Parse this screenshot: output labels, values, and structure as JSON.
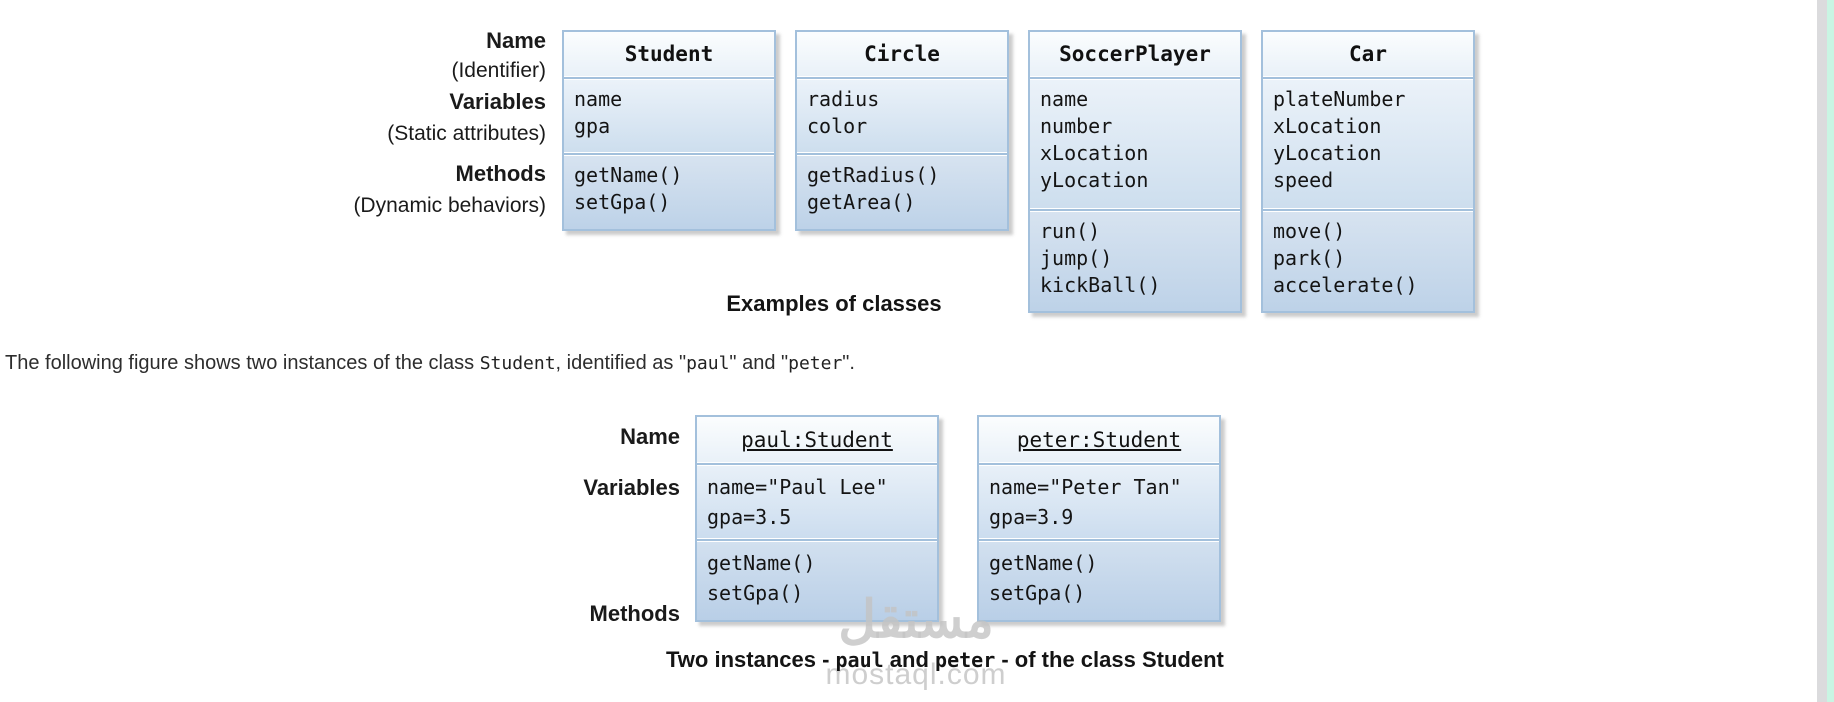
{
  "top_diagram": {
    "row_labels": [
      {
        "text": "Name",
        "bold": true
      },
      {
        "text": "(Identifier)",
        "bold": false
      },
      {
        "text": "Variables",
        "bold": true
      },
      {
        "text": "(Static attributes)",
        "bold": false
      },
      {
        "text": "Methods",
        "bold": true
      },
      {
        "text": "(Dynamic behaviors)",
        "bold": false
      }
    ],
    "classes": [
      {
        "name": "Student",
        "variables": [
          "name",
          "gpa"
        ],
        "methods": [
          "getName()",
          "setGpa()"
        ]
      },
      {
        "name": "Circle",
        "variables": [
          "radius",
          "color"
        ],
        "methods": [
          "getRadius()",
          "getArea()"
        ]
      },
      {
        "name": "SoccerPlayer",
        "variables": [
          "name",
          "number",
          "xLocation",
          "yLocation"
        ],
        "methods": [
          "run()",
          "jump()",
          "kickBall()"
        ]
      },
      {
        "name": "Car",
        "variables": [
          "plateNumber",
          "xLocation",
          "yLocation",
          "speed"
        ],
        "methods": [
          "move()",
          "park()",
          "accelerate()"
        ]
      }
    ],
    "caption": "Examples of classes"
  },
  "paragraph": {
    "parts": [
      {
        "text": "The following figure shows two instances of the class ",
        "mono": false
      },
      {
        "text": "Student",
        "mono": true
      },
      {
        "text": ", identified as \"",
        "mono": false
      },
      {
        "text": "paul",
        "mono": true
      },
      {
        "text": "\" and \"",
        "mono": false
      },
      {
        "text": "peter",
        "mono": true
      },
      {
        "text": "\".",
        "mono": false
      }
    ]
  },
  "bottom_diagram": {
    "row_labels": [
      {
        "text": "Name",
        "bold": true
      },
      {
        "text": "Variables",
        "bold": true
      },
      {
        "text": "Methods",
        "bold": true
      }
    ],
    "instances": [
      {
        "name": "paul:Student",
        "variables": [
          "name=\"Paul Lee\"",
          "gpa=3.5"
        ],
        "methods": [
          "getName()",
          "setGpa()"
        ]
      },
      {
        "name": "peter:Student",
        "variables": [
          "name=\"Peter Tan\"",
          "gpa=3.9"
        ],
        "methods": [
          "getName()",
          "setGpa()"
        ]
      }
    ],
    "caption_parts": [
      {
        "text": "Two instances - ",
        "mono": false
      },
      {
        "text": "paul",
        "mono": true
      },
      {
        "text": " and ",
        "mono": false
      },
      {
        "text": "peter",
        "mono": true
      },
      {
        "text": " - of the class Student",
        "mono": false
      }
    ]
  },
  "watermark": {
    "logo_text": "مستقل",
    "domain": "mostaql.com"
  },
  "colors": {
    "box_border": "#a3c0dc",
    "header_gradient_top": "#fbfdfe",
    "header_gradient_bottom": "#e9f1f8",
    "variables_gradient_top": "#ebf2f9",
    "variables_gradient_bottom": "#cddeee",
    "methods_gradient_top": "#d7e3f0",
    "methods_gradient_bottom": "#bdd2e8",
    "scrollbar_track": "#dbdbdd",
    "window_edge": "#c9f5e3"
  }
}
